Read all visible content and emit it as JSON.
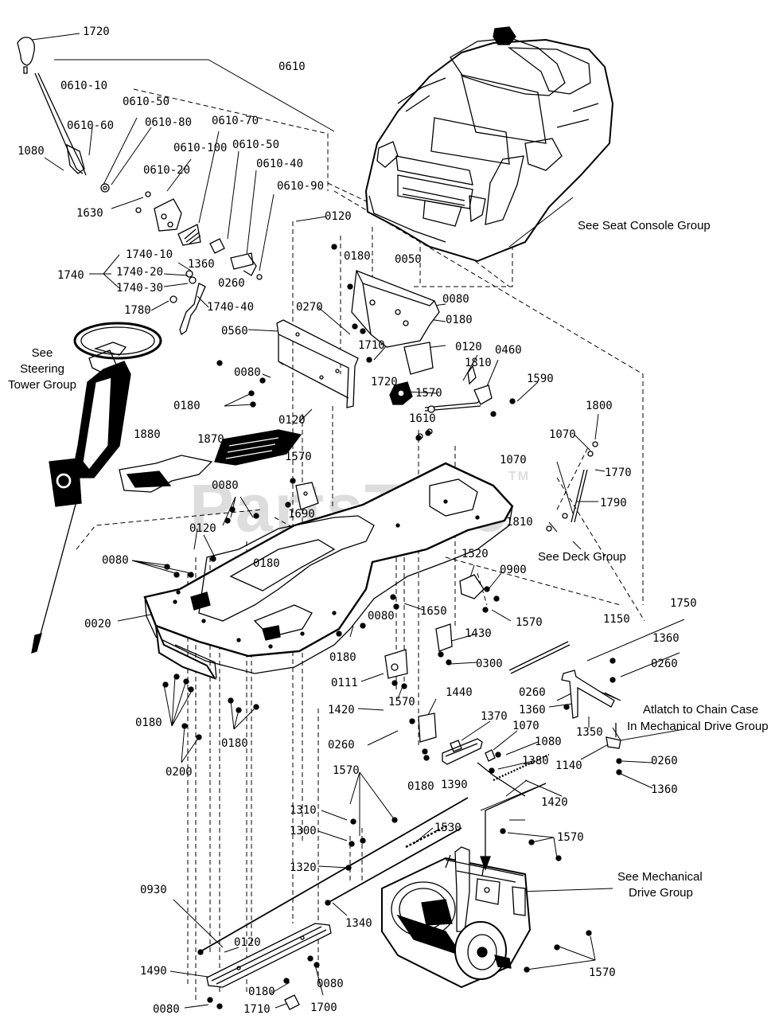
{
  "watermark": "PartsTree",
  "trademark": "TM",
  "notes": {
    "seat_console": "See Seat Console Group",
    "steering_1": "See",
    "steering_2": "Steering",
    "steering_3": "Tower Group",
    "deck": "See Deck Group",
    "chain_case_1": "Atlatch to Chain Case",
    "chain_case_2": "In Mechanical Drive Group",
    "mech_drive_1": "See Mechanical",
    "mech_drive_2": "Drive Group"
  },
  "labels": {
    "l1720a": "1720",
    "l0610": "0610",
    "l0610_10": "0610-10",
    "l0610_50a": "0610-50",
    "l0610_60": "0610-60",
    "l0610_80": "0610-80",
    "l0610_70": "0610-70",
    "l1080a": "1080",
    "l0610_100": "0610-100",
    "l0610_50b": "0610-50",
    "l0610_20": "0610-20",
    "l0610_40": "0610-40",
    "l0610_90": "0610-90",
    "l1630": "1630",
    "l0120a": "0120",
    "l0180a": "0180",
    "l0050": "0050",
    "l1740_10": "1740-10",
    "l1360a": "1360",
    "l1740": "1740",
    "l1740_20": "1740-20",
    "l0260a": "0260",
    "l1740_30": "1740-30",
    "l1740_40": "1740-40",
    "l1780": "1780",
    "l0270": "0270",
    "l0080a": "0080",
    "l0180b": "0180",
    "l0560": "0560",
    "l1710a": "1710",
    "l0120b": "0120",
    "l0460": "0460",
    "l0080b": "0080",
    "l1810a": "1810",
    "l1590": "1590",
    "l1720b": "1720",
    "l1570a": "1570",
    "l0180c": "0180",
    "l0120c": "0120",
    "l1610": "1610",
    "l1800": "1800",
    "l1070a": "1070",
    "l1880": "1880",
    "l1870": "1870",
    "l1070b": "1070",
    "l1770": "1770",
    "l1570b": "1570",
    "l0080c": "0080",
    "l1690": "1690",
    "l1790": "1790",
    "l1810b": "1810",
    "l0120d": "0120",
    "l0080d": "0080",
    "l0180d": "0180",
    "l1520": "1520",
    "l0900": "0900",
    "l1650": "1650",
    "l1570c": "1570",
    "l0020": "0020",
    "l0080e": "0080",
    "l1750": "1750",
    "l1150": "1150",
    "l1430": "1430",
    "l1360b": "1360",
    "l0180e": "0180",
    "l0300": "0300",
    "l0260b": "0260",
    "l0111": "0111",
    "l0260c": "0260",
    "l1570d": "1570",
    "l1360c": "1360",
    "l1420a": "1420",
    "l1440": "1440",
    "l0180f": "0180",
    "l0180g": "0180",
    "l1370": "1370",
    "l1350": "1350",
    "l1070c": "1070",
    "l0260d": "0260",
    "l1080b": "1080",
    "l1140": "1140",
    "l0200": "0200",
    "l0260e": "0260",
    "l1380": "1380",
    "l0180h": "0180",
    "l1390": "1390",
    "l1360d": "1360",
    "l1570e": "1570",
    "l1420b": "1420",
    "l1310": "1310",
    "l1530": "1530",
    "l1300": "1300",
    "l1570f": "1570",
    "l1320": "1320",
    "l0930": "0930",
    "l1340": "1340",
    "l0120e": "0120",
    "l1490": "1490",
    "l0080f": "0080",
    "l0180i": "0180",
    "l1570g": "1570",
    "l0080g": "0080",
    "l1710b": "1710",
    "l1700": "1700"
  }
}
